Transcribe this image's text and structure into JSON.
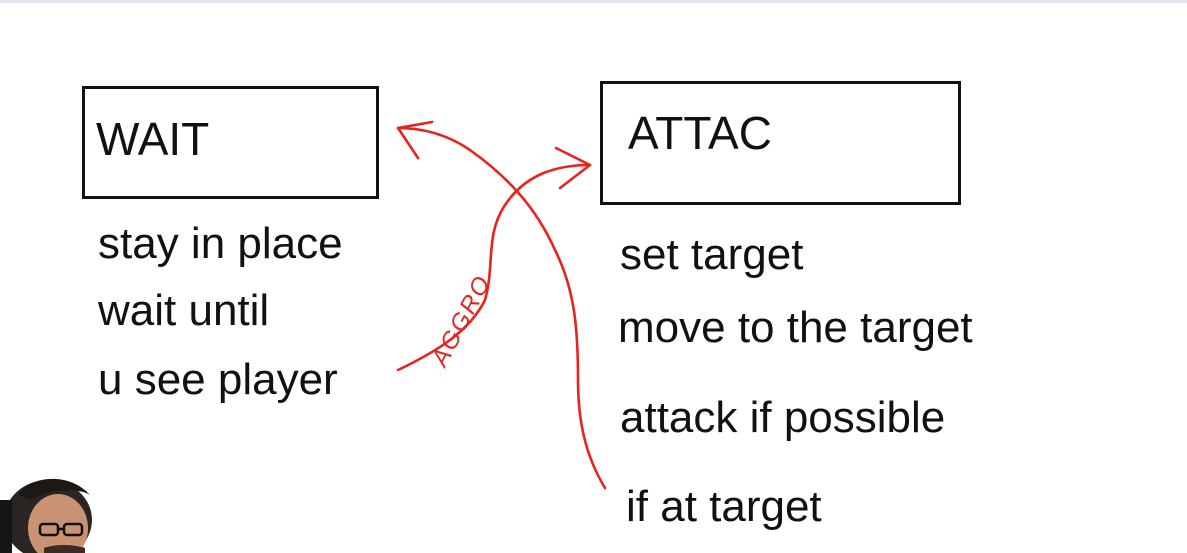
{
  "states": {
    "wait": {
      "title": "WAIT",
      "lines": [
        "stay in place",
        "wait until",
        "u see player"
      ]
    },
    "attack": {
      "title": "ATTAC",
      "lines": [
        "set target",
        "move to the target",
        "attack if possible",
        "if at target"
      ]
    }
  },
  "annotations": {
    "arrow_label": "AGGRO"
  },
  "colors": {
    "ink": "#111111",
    "annotation": "#e8231d"
  },
  "icons": [
    "webcam-presenter"
  ]
}
